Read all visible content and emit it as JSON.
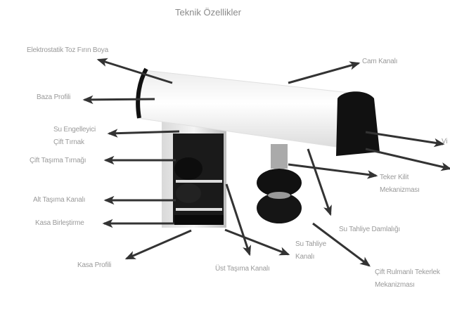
{
  "title": "Teknik Özellikler",
  "labels": {
    "elektrostatik": "Elektrostatik Toz Fırın Boya",
    "cam_kanali": "Cam Kanalı",
    "baza_profili": "Baza Profili",
    "su_engelleyici_1": "Su Engelleyici",
    "su_engelleyici_2": "Çift Tırnak",
    "vi": "Vi",
    "cift_tasima": "Çift Taşıma Tırnağı",
    "teker_kilit_1": "Teker Kilit",
    "teker_kilit_2": "Mekanizması",
    "alt_tasima": "Alt Taşıma Kanalı",
    "kasa_birlestirme": "Kasa Birleştirme",
    "su_tahliye_damlaligi": "Su Tahliye Damlalığı",
    "su_tahliye_kanali_1": "Su Tahliye",
    "su_tahliye_kanali_2": "Kanalı",
    "kasa_profili": "Kasa Profili",
    "ust_tasima": "Üst Taşıma Kanalı",
    "cift_rulmanli_1": "Çift Rulmanlı Tekerlek",
    "cift_rulmanli_2": "Mekanizması"
  }
}
